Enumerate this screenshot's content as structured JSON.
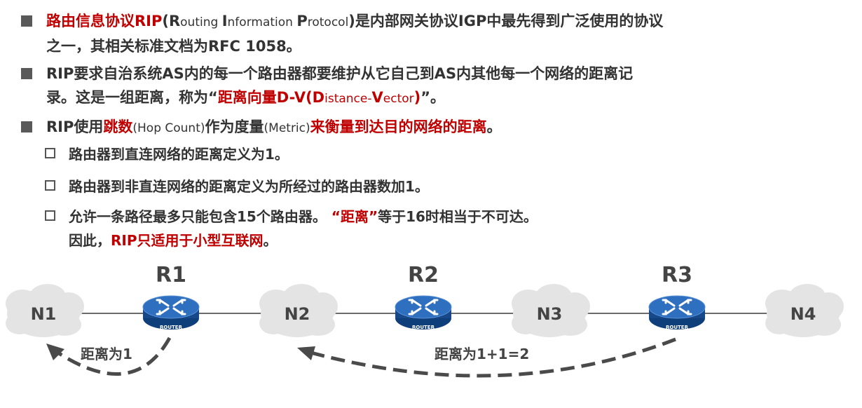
{
  "bullets": [
    {
      "line1": [
        {
          "t": "路由信息协议RIP",
          "c": "red"
        },
        {
          "t": "(R",
          "c": ""
        },
        {
          "t": "outing ",
          "c": "small"
        },
        {
          "t": "I",
          "c": ""
        },
        {
          "t": "nformation ",
          "c": "small"
        },
        {
          "t": "P",
          "c": ""
        },
        {
          "t": "rotocol",
          "c": "small"
        },
        {
          "t": ")是内部网关协议IGP中最先得到广泛使用的协议",
          "c": ""
        }
      ],
      "line2": "之一，其相关标准文档为RFC 1058。"
    },
    {
      "line1": [
        {
          "t": "RIP要求自治系统AS内的每一个路由器都要维护从它自己到AS内其他每一个网络的距离记",
          "c": ""
        }
      ],
      "line2_parts": [
        {
          "t": "录。这是一组距离，称为“",
          "c": ""
        },
        {
          "t": "距离向量D-V(D",
          "c": "red"
        },
        {
          "t": "istance-",
          "c": "red small"
        },
        {
          "t": "V",
          "c": "red"
        },
        {
          "t": "ector",
          "c": "red small"
        },
        {
          "t": ")",
          "c": "red"
        },
        {
          "t": "”。",
          "c": ""
        }
      ]
    },
    {
      "line1": [
        {
          "t": "RIP使用",
          "c": ""
        },
        {
          "t": "跳数",
          "c": "red"
        },
        {
          "t": "(Hop Count)",
          "c": "small"
        },
        {
          "t": "作为度量",
          "c": ""
        },
        {
          "t": "(Metric)",
          "c": "small"
        },
        {
          "t": "来衡量到达目的网络的距离",
          "c": "red"
        },
        {
          "t": "。",
          "c": ""
        }
      ]
    }
  ],
  "sub_items": [
    {
      "parts": [
        {
          "t": "路由器到直连网络的距离定义为1。",
          "c": ""
        }
      ]
    },
    {
      "parts": [
        {
          "t": "路由器到非直连网络的距离定义为所经过的路由器数加1。",
          "c": ""
        }
      ]
    },
    {
      "parts": [
        {
          "t": "允许一条路径最多只能包含15个路由器。 ",
          "c": ""
        },
        {
          "t": "“距离”",
          "c": "red"
        },
        {
          "t": "等于16时相当于不可达。",
          "c": ""
        }
      ],
      "line2_parts": [
        {
          "t": "因此，",
          "c": ""
        },
        {
          "t": "RIP只适用于小型互联网",
          "c": "red"
        },
        {
          "t": "。",
          "c": ""
        }
      ]
    }
  ],
  "diagram": {
    "networks": [
      "N1",
      "N2",
      "N3",
      "N4"
    ],
    "routers": [
      "R1",
      "R2",
      "R3"
    ],
    "router_caption": "ROUTER",
    "distance_labels": [
      "距离为1",
      "距离为1+1=2"
    ]
  },
  "colors": {
    "accent_red": "#c00000",
    "text": "#333333",
    "router_blue": "#1e5aa8",
    "cloud": "#e4e4e4",
    "arrow": "#4a4a4a"
  }
}
